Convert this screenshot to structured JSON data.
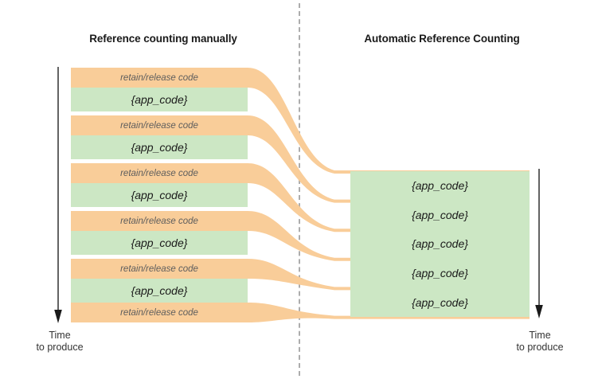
{
  "diagram": {
    "title_left": "Reference counting manually",
    "title_right": "Automatic Reference Counting",
    "time_label_line1": "Time",
    "time_label_line2": "to produce",
    "colors": {
      "retain_release": "#f9cd99",
      "app_code": "#cce7c4",
      "divider": "#adadad",
      "arrow": "#3c3c3c",
      "heading_text": "#1a1a1a",
      "retain_text": "#5d5d5d",
      "app_text": "#1a1a1a",
      "background": "#ffffff"
    },
    "left_column": {
      "name": "Reference counting manually",
      "bars": [
        {
          "type": "retain",
          "label": "retain/release code"
        },
        {
          "type": "app",
          "label": "{app_code}"
        },
        {
          "type": "retain",
          "label": "retain/release code"
        },
        {
          "type": "app",
          "label": "{app_code}"
        },
        {
          "type": "retain",
          "label": "retain/release code"
        },
        {
          "type": "app",
          "label": "{app_code}"
        },
        {
          "type": "retain",
          "label": "retain/release code"
        },
        {
          "type": "app",
          "label": "{app_code}"
        },
        {
          "type": "retain",
          "label": "retain/release code"
        },
        {
          "type": "app",
          "label": "{app_code}"
        },
        {
          "type": "retain",
          "label": "retain/release code"
        }
      ]
    },
    "right_column": {
      "name": "Automatic Reference Counting",
      "rows": [
        {
          "type": "app",
          "label": "{app_code}"
        },
        {
          "type": "app",
          "label": "{app_code}"
        },
        {
          "type": "app",
          "label": "{app_code}"
        },
        {
          "type": "app",
          "label": "{app_code}"
        },
        {
          "type": "app",
          "label": "{app_code}"
        }
      ],
      "separator_type": "retain/release code"
    },
    "legend_meaning": {
      "orange": "retain/release code",
      "green": "{app_code}"
    }
  }
}
